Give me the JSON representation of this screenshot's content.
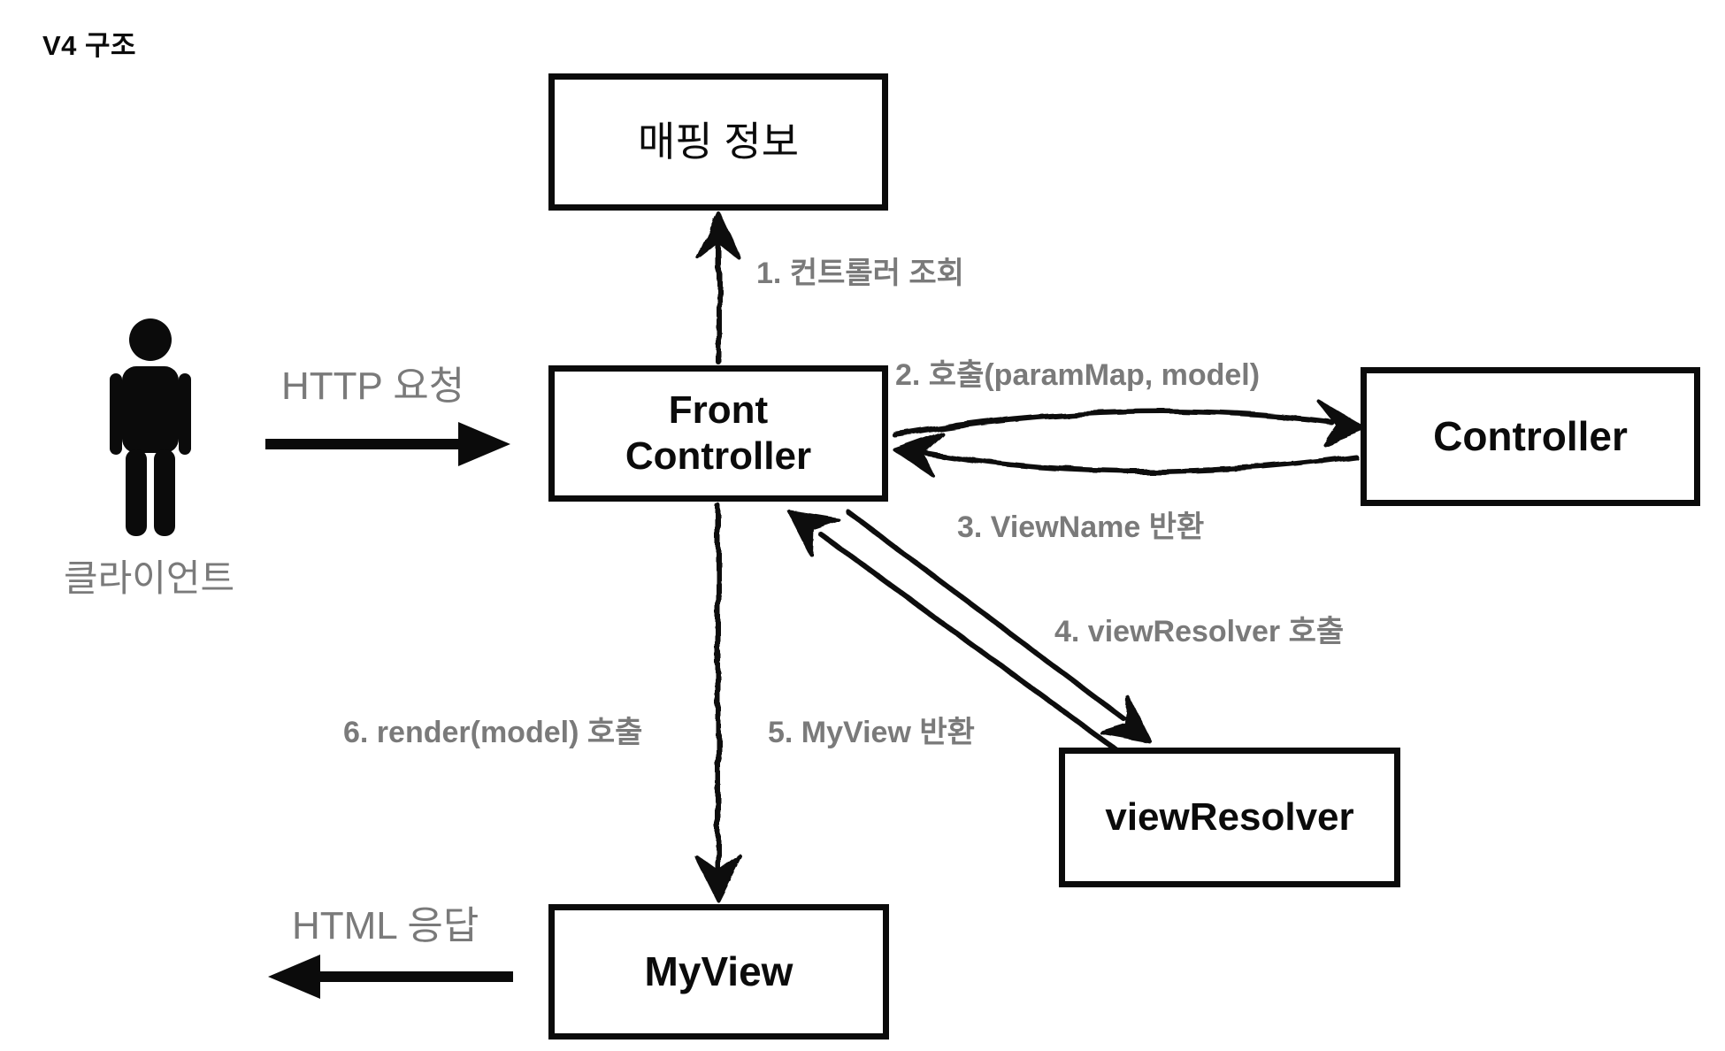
{
  "title": "V4 구조",
  "client": {
    "label": "클라이언트"
  },
  "nodes": {
    "mapping_info": {
      "label": "매핑 정보"
    },
    "front_controller": {
      "label": "Front\nController"
    },
    "controller": {
      "label": "Controller"
    },
    "view_resolver": {
      "label": "viewResolver"
    },
    "my_view": {
      "label": "MyView"
    }
  },
  "flows": {
    "http_request": {
      "label": "HTTP 요청"
    },
    "html_response": {
      "label": "HTML 응답"
    },
    "steps": [
      {
        "label": "1. 컨트롤러 조회"
      },
      {
        "label": "2. 호출(paramMap, model)"
      },
      {
        "label": "3. ViewName 반환"
      },
      {
        "label": "4. viewResolver 호출"
      },
      {
        "label": "5. MyView 반환"
      },
      {
        "label": "6. render(model) 호출"
      }
    ]
  },
  "colors": {
    "ink": "#0b0b0b",
    "label_gray": "#7a7a7a"
  }
}
